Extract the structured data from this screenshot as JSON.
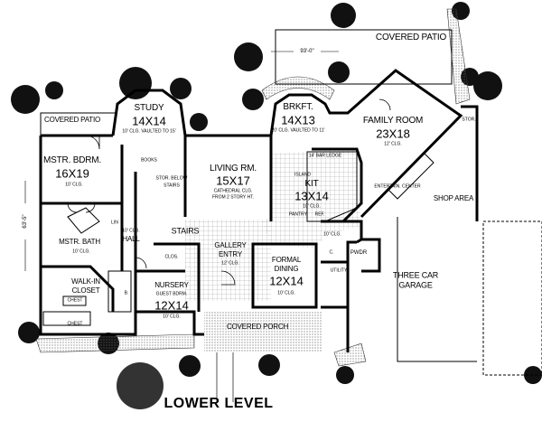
{
  "title": "LOWER LEVEL",
  "dimensions": {
    "width": "93'-0\"",
    "depth": "63'-5\""
  },
  "rooms": {
    "covered_patio_rear": {
      "name": "COVERED PATIO"
    },
    "covered_patio_side": {
      "name": "COVERED PATIO"
    },
    "study": {
      "name": "STUDY",
      "size": "14X14",
      "ceiling": "10' CLG. VAULTED TO 15'"
    },
    "brkft": {
      "name": "BRKFT.",
      "size": "14X13",
      "ceiling": "20' CLG. VAULTED TO 11'"
    },
    "family_room": {
      "name": "FAMILY ROOM",
      "size": "23X18",
      "ceiling": "12' CLG."
    },
    "stor_garage": {
      "name": "STOR."
    },
    "mstr_bdrm": {
      "name": "MSTR. BDRM.",
      "size": "16X19",
      "ceiling": "10' CLG."
    },
    "books": {
      "name": "BOOKS"
    },
    "living_rm": {
      "name": "LIVING RM.",
      "size": "15X17",
      "ceiling": "CATHEDRAL CLG.",
      "ceiling2": "FROM 2 STORY HT."
    },
    "stor_below_stairs": {
      "name": "STOR. BELOW",
      "name2": "STAIRS"
    },
    "bar_ledge": {
      "name": "14' BAR LEDGE"
    },
    "kit": {
      "island": "ISLAND",
      "name": "KIT",
      "size": "13X14",
      "ceiling": "10' CLG.",
      "pantry": "PANTRY",
      "ref": "REF."
    },
    "entertain_center": {
      "name": "ENTERTAIN. CENTER"
    },
    "shop_area": {
      "name": "SHOP AREA"
    },
    "lin": {
      "name": "LIN"
    },
    "hall": {
      "ceiling": "10' CLG.",
      "name": "HALL"
    },
    "stairs": {
      "name": "STAIRS"
    },
    "kitchen_hall": {
      "ceiling": "10' CLG."
    },
    "mstr_bath": {
      "name": "MSTR. BATH",
      "ceiling": "10' CLG."
    },
    "gallery_entry": {
      "name": "GALLERY",
      "name2": "ENTRY",
      "ceiling": "12' CLG."
    },
    "formal_dining": {
      "name": "FORMAL",
      "name2": "DINING",
      "size": "12X14",
      "ceiling": "10' CLG."
    },
    "utility": {
      "name": "UTILITY"
    },
    "pwdr": {
      "name": "PWDR"
    },
    "garage": {
      "name": "THREE CAR",
      "name2": "GARAGE"
    },
    "walk_in_closet": {
      "name": "WALK-IN",
      "name2": "CLOSET",
      "chest1": "CHEST",
      "chest2": "CHEST"
    },
    "bath": {
      "name": "B."
    },
    "nursery": {
      "name": "NURSERY",
      "sub": "GUEST BDRM.",
      "size": "12X14",
      "ceiling": "10' CLG.",
      "clos": "CLOS."
    },
    "covered_porch": {
      "name": "COVERED PORCH"
    },
    "pantry_small": {
      "name": "C."
    }
  }
}
